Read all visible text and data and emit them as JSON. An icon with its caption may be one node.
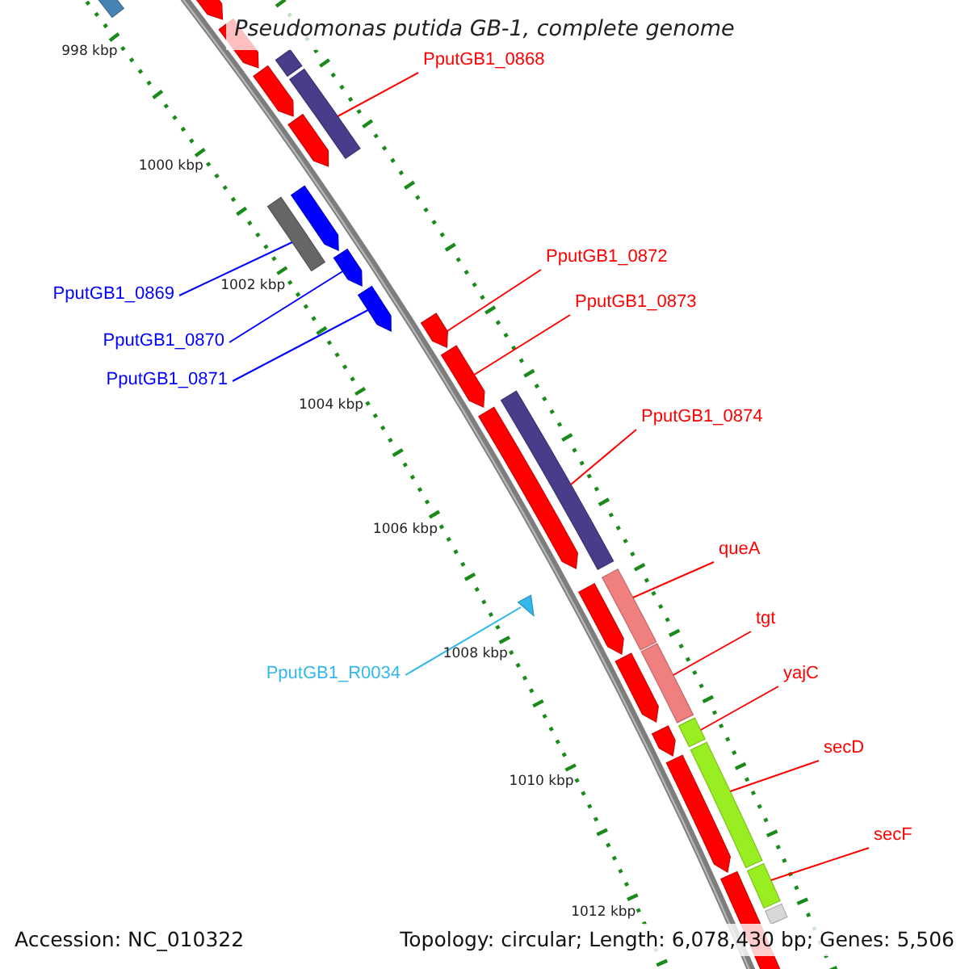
{
  "diagram": {
    "title": "Pseudomonas putida GB-1, complete genome",
    "nodes": [
      {
        "text": [],
        "shape": "bar"
      },
      {
        "text": [],
        "shape": "arrow"
      },
      {
        "text": [],
        "shape": "arrow"
      },
      {
        "text": [],
        "shape": "arrow"
      },
      {
        "text": [],
        "shape": "arrow"
      },
      {
        "text": [],
        "shape": "bar"
      },
      {
        "text": [],
        "shape": "bar"
      },
      {
        "text": [],
        "shape": "bar"
      },
      {
        "text": [],
        "shape": "arrow"
      },
      {
        "text": [],
        "shape": "arrow"
      },
      {
        "text": [],
        "shape": "arrow"
      },
      {
        "text": [],
        "shape": "arrow"
      },
      {
        "text": [],
        "shape": "arrow"
      },
      {
        "text": [],
        "shape": "arrow"
      },
      {
        "text": [],
        "shape": "bar"
      },
      {
        "text": [],
        "shape": "triangle"
      },
      {
        "text": [],
        "shape": "arrow"
      },
      {
        "text": [],
        "shape": "bar"
      },
      {
        "text": [],
        "shape": "bar"
      },
      {
        "text": [],
        "shape": "arrow"
      },
      {
        "text": [],
        "shape": "bar"
      },
      {
        "text": [],
        "shape": "arrow"
      },
      {
        "text": [],
        "shape": "arrow"
      },
      {
        "text": [],
        "shape": "bar"
      },
      {
        "text": [],
        "shape": "arrow"
      },
      {
        "text": [],
        "shape": "bar"
      },
      {
        "text": [],
        "shape": "bar"
      },
      {
        "text": [
          "PputGB1_0868"
        ]
      },
      {
        "text": [
          "PputGB1_0869"
        ]
      },
      {
        "text": [
          "PputGB1_0870"
        ]
      },
      {
        "text": [
          "PputGB1_0871"
        ]
      },
      {
        "text": [
          "PputGB1_0872"
        ]
      },
      {
        "text": [
          "PputGB1_0873"
        ]
      },
      {
        "text": [
          "PputGB1_0874"
        ]
      },
      {
        "text": [
          "PputGB1_R0034"
        ]
      },
      {
        "text": [
          "queA"
        ]
      },
      {
        "text": [
          "tgt"
        ]
      },
      {
        "text": [
          "yajC"
        ]
      },
      {
        "text": [
          "secD"
        ]
      },
      {
        "text": [
          "secF"
        ]
      }
    ],
    "edges": [
      {
        "from": 27,
        "to": 6,
        "arrow": "none"
      },
      {
        "from": 28,
        "to": 7,
        "arrow": "none",
        "color": "#0000ff"
      },
      {
        "from": 29,
        "to": 9,
        "arrow": "none",
        "color": "#0000ff"
      },
      {
        "from": 30,
        "to": 10,
        "arrow": "none",
        "color": "#0000ff"
      },
      {
        "from": 31,
        "to": 11,
        "arrow": "none"
      },
      {
        "from": 32,
        "to": 12,
        "arrow": "none"
      },
      {
        "from": 33,
        "to": 14,
        "arrow": "none"
      },
      {
        "from": 34,
        "to": 15,
        "arrow": "none",
        "color": "#33b8ee"
      },
      {
        "from": 35,
        "to": 17,
        "arrow": "none"
      },
      {
        "from": 36,
        "to": 18,
        "arrow": "none"
      },
      {
        "from": 37,
        "to": 20,
        "arrow": "none"
      },
      {
        "from": 38,
        "to": 23,
        "arrow": "none"
      },
      {
        "from": 39,
        "to": 25,
        "arrow": "none"
      }
    ],
    "labels": [
      "998 kbp",
      "1000 kbp",
      "1002 kbp",
      "1004 kbp",
      "1006 kbp",
      "1008 kbp",
      "1010 kbp",
      "1012 kbp",
      "Accession: NC_010322",
      "Topology: circular; Length: 6,078,430 bp; Genes: 5,506"
    ]
  }
}
